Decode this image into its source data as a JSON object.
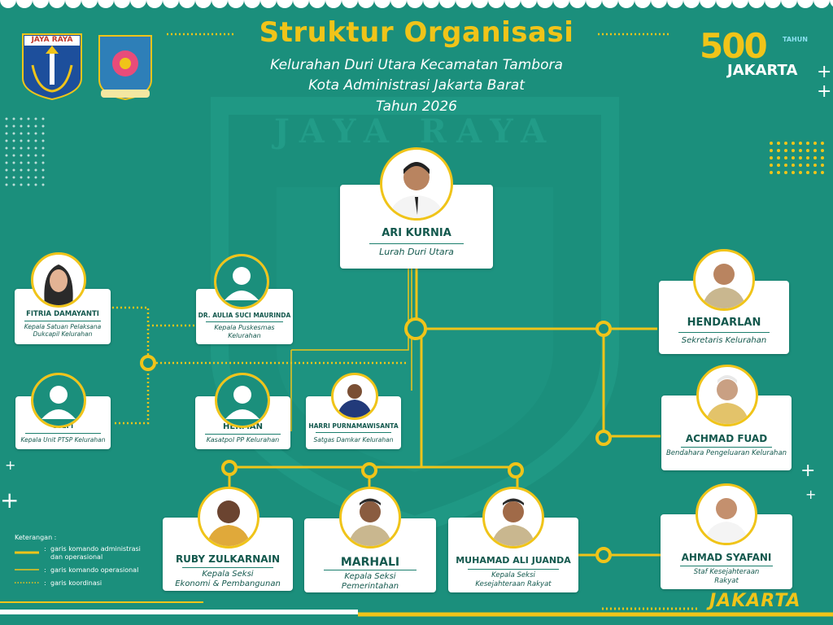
{
  "header": {
    "title": "Struktur Organisasi",
    "subtitle_lines": [
      "Kelurahan Duri Utara Kecamatan Tambora",
      "Kota Administrasi Jakarta Barat",
      "Tahun 2026"
    ]
  },
  "logos": {
    "jaya_raya": "JAYA RAYA",
    "watermark": "JAYA RAYA",
    "anniversary_number": "500",
    "anniversary_tahun": "TAHUN",
    "anniversary_city": "JAKARTA",
    "footer_brand": "JAKARTA"
  },
  "people": {
    "lurah": {
      "name": "ARI KURNIA",
      "role": "Lurah Duri Utara"
    },
    "kpts_dukcapil": {
      "name": "FITRIA DAMAYANTI",
      "role": "Kepala Satuan Pelaksana Dukcapil Kelurahan"
    },
    "puskesmas": {
      "name": "DR. AULIA SUCI MAURINDA",
      "role": "Kepala Puskesmas Kelurahan"
    },
    "ptsp": {
      "name": "STEFI",
      "role": "Kepala Unit PTSP Kelurahan"
    },
    "satpol": {
      "name": "HERMAN",
      "role": "Kasatpol PP Kelurahan"
    },
    "damkar": {
      "name": "HARRI PURNAMAWISANTA",
      "role": "Satgas Damkar Kelurahan"
    },
    "sekretaris": {
      "name": "HENDARLAN",
      "role": "Sekretaris Kelurahan"
    },
    "bendahara": {
      "name": "ACHMAD FUAD",
      "role": "Bendahara Pengeluaran Kelurahan"
    },
    "ekbang": {
      "name": "RUBY ZULKARNAIN",
      "role_line1": "Kepala Seksi",
      "role_line2": "Ekonomi & Pembangunan"
    },
    "pemerintahan": {
      "name": "MARHALI",
      "role_line1": "Kepala Seksi",
      "role_line2": "Pemerintahan"
    },
    "kesra": {
      "name": "MUHAMAD ALI JUANDA",
      "role_line1": "Kepala Seksi",
      "role_line2": "Kesejahteraan Rakyat"
    },
    "staf_kesra": {
      "name": "AHMAD SYAFANI",
      "role": "Staf Kesejahteraan Rakyat"
    }
  },
  "legend": {
    "title": "Keterangan :",
    "items": [
      {
        "label_line1": "garis komando administrasi",
        "label_line2": "dan operasional"
      },
      {
        "label_line1": "garis komando operasional",
        "label_line2": ""
      },
      {
        "label_line1": "garis koordinasi",
        "label_line2": ""
      }
    ]
  },
  "colors": {
    "background": "#1b8f7c",
    "accent": "#f0c419",
    "card": "#ffffff",
    "text": "#13584d"
  }
}
